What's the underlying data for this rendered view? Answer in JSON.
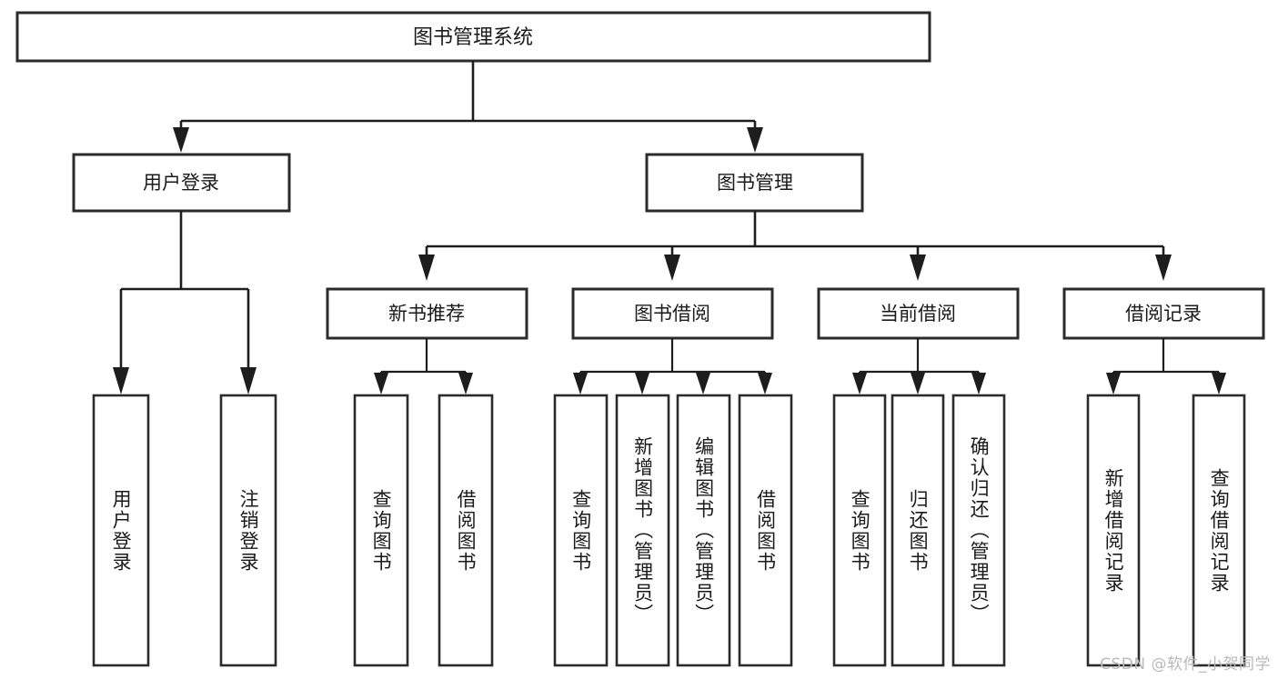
{
  "diagram": {
    "type": "tree-hierarchy-chart",
    "title": "图书管理系统",
    "watermark": "CSDN @软件_小贺同学",
    "colors": {
      "box_stroke": "#2b2b2b",
      "connector": "#1d1d1d",
      "background": "#ffffff",
      "text": "#1a1a1a",
      "watermark": "#b9b9b9"
    },
    "levels": {
      "root": "图书管理系统",
      "level2": [
        "用户登录",
        "图书管理"
      ],
      "level3": [
        "新书推荐",
        "图书借阅",
        "当前借阅",
        "借阅记录"
      ]
    },
    "nodes": {
      "root": {
        "label": "图书管理系统"
      },
      "user_login": {
        "label": "用户登录"
      },
      "book_manage": {
        "label": "图书管理"
      },
      "new_book_rec": {
        "label": "新书推荐"
      },
      "book_borrow": {
        "label": "图书借阅"
      },
      "current_borrow": {
        "label": "当前借阅"
      },
      "borrow_record": {
        "label": "借阅记录"
      }
    },
    "leaves": {
      "user_login_children": [
        {
          "label": "用户登录"
        },
        {
          "label": "注销登录"
        }
      ],
      "new_book_rec_children": [
        {
          "label": "查询图书"
        },
        {
          "label": "借阅图书"
        }
      ],
      "book_borrow_children": [
        {
          "label": "查询图书"
        },
        {
          "label": "新增图书（管理员）"
        },
        {
          "label": "编辑图书（管理员）"
        },
        {
          "label": "借阅图书"
        }
      ],
      "current_borrow_children": [
        {
          "label": "查询图书"
        },
        {
          "label": "归还图书"
        },
        {
          "label": "确认归还（管理员）"
        }
      ],
      "borrow_record_children": [
        {
          "label": "新增借阅记录"
        },
        {
          "label": "查询借阅记录"
        }
      ]
    }
  }
}
